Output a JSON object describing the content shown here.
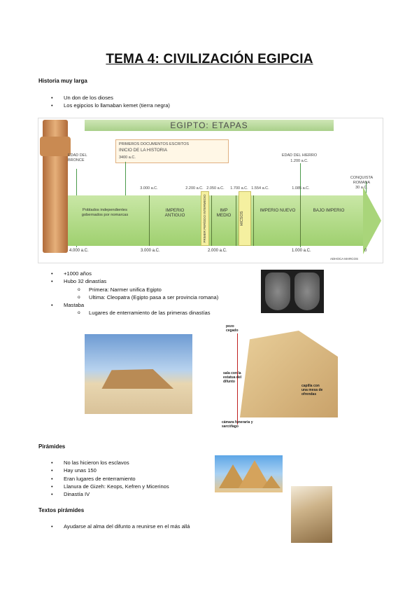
{
  "title": "TEMA 4: CIVILIZACIÓN EGIPCIA",
  "sections": {
    "historia": {
      "heading": "Historia muy larga",
      "bullets": [
        "Un don de los dioses",
        "Los egipcios lo llamaban kemet (tierra negra)"
      ]
    },
    "after_timeline": {
      "b1": "+1000 años",
      "b2": "Hubo 32 dinastías",
      "b2_sub1": "Primera: Narmer unifica Egipto",
      "b2_sub2": "Ultima: Cleopatra (Egipto pasa a ser provincia romana)",
      "b3": "Mastaba",
      "b3_sub1": "Lugares de enterramiento de las primeras dinastías"
    },
    "piramides": {
      "heading": "Pirámides",
      "bullets": [
        "No las hicieron los esclavos",
        "Hay unas 150",
        "Eran lugares de enterramiento",
        "Llanura de Gizeh: Keops, Kefren y Micerinos",
        "Dinastía IV"
      ]
    },
    "textos": {
      "heading": "Textos pirámides",
      "bullets": [
        "Ayudarse al alma del difunto a reunirse en el más allá"
      ]
    }
  },
  "timeline": {
    "banner": "EGIPTO: ETAPAS",
    "box_l1": "PRIMEROS DOCUMENTOS ESCRITOS",
    "box_l2": "INICIO DE LA HISTORIA",
    "box_l3": "3400 a.C.",
    "bronce": "EDAD DEL BRONCE",
    "hierro": "EDAD DEL HIERRO",
    "hierro_date": "1.200 a.C.",
    "conquista": "CONQUISTA ROMANA",
    "conquista_date": "30 a.C.",
    "top_dates": [
      "3.000 a.C.",
      "2.200 a.C.",
      "2.050 a.C.",
      "1.700 a.C.",
      "1.554 a.C.",
      "1.085 a.C."
    ],
    "periods": {
      "poblados": "Poblados independientes gobernados por nomarcas",
      "antiguo": "IMPERIO ANTIGUO",
      "pi1": "PRIMER PERÍODO INTERMEDIO",
      "medio": "IMP MEDIO",
      "hicsos": "HICSOS",
      "nuevo": "IMPERIO NUEVO",
      "bajo": "BAJO IMPERIO"
    },
    "bottom_dates": [
      "4.000 a.C.",
      "3.000 a.C.",
      "2.000 a.C.",
      "1.000 a.C.",
      "0"
    ],
    "credit": "ADHOCA MARCOS"
  },
  "diagram_labels": {
    "pozo": "pozo cegado",
    "sala": "sala con la estatua del difunto",
    "capilla": "capilla con una mesa de ofrendas",
    "camara": "cámara funeraria y sarcófago"
  }
}
